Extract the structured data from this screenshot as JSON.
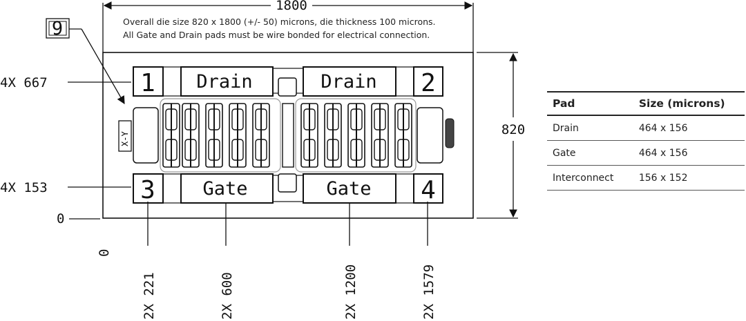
{
  "diagram": {
    "note_line1": "Overall die size 820 x 1800 (+/- 50) microns, die thickness 100 microns.",
    "note_line2": "All Gate and Drain pads must be wire bonded for electrical connection.",
    "width_dim": "1800",
    "height_dim": "820",
    "callout": "9",
    "left_dims": [
      "4X 667",
      "4X 153",
      "0"
    ],
    "bottom_dims": [
      "0",
      "2X 221",
      "2X 600",
      "2X 1200",
      "2X 1579"
    ],
    "pad_numbers": [
      "1",
      "2",
      "3",
      "4"
    ],
    "pad_labels": {
      "drain_left": "Drain",
      "drain_right": "Drain",
      "gate_left": "Gate",
      "gate_right": "Gate"
    },
    "marker_label": "X-Y"
  },
  "table": {
    "headers": [
      "Pad",
      "Size (microns)"
    ],
    "rows": [
      [
        "Drain",
        "464 x 156"
      ],
      [
        "Gate",
        "464 x 156"
      ],
      [
        "Interconnect",
        "156 x 152"
      ]
    ]
  }
}
